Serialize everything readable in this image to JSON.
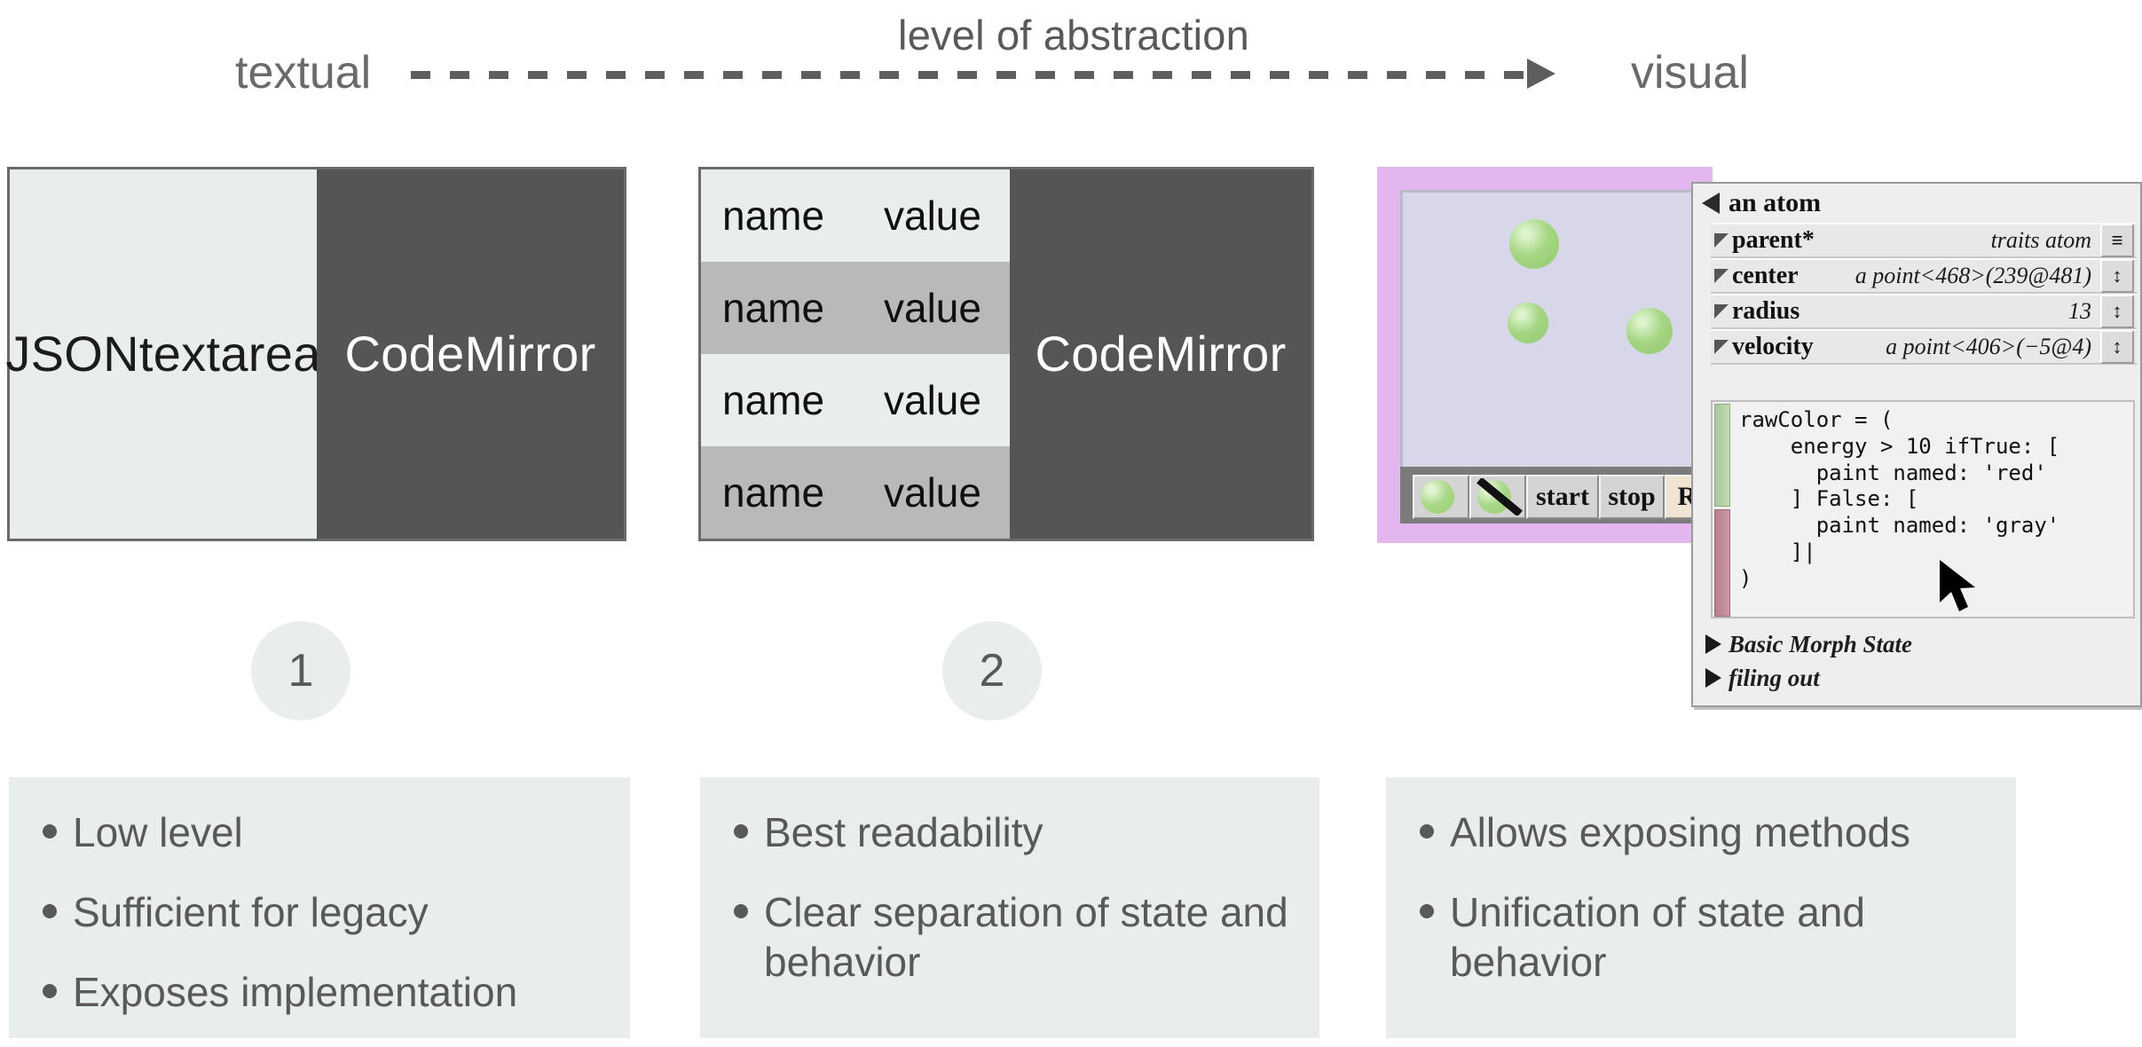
{
  "axis": {
    "caption": "level of abstraction",
    "left_label": "textual",
    "right_label": "visual"
  },
  "panels": [
    {
      "id": 1,
      "left_pane_label": "JSON\ntextarea",
      "right_pane_label": "Code\nMirror",
      "badge": "1"
    },
    {
      "id": 2,
      "right_pane_label": "Code\nMirror",
      "badge": "2",
      "rows": [
        {
          "name": "name",
          "value": "value"
        },
        {
          "name": "name",
          "value": "value"
        },
        {
          "name": "name",
          "value": "value"
        },
        {
          "name": "name",
          "value": "value"
        }
      ]
    }
  ],
  "morphic": {
    "toolbar": {
      "start_label": "start",
      "stop_label": "stop",
      "resi_label": "Resi"
    }
  },
  "inspector": {
    "title": "an atom",
    "fields": [
      {
        "key": "parent*",
        "value": "traits atom",
        "control": "≡"
      },
      {
        "key": "center",
        "value": "a point<468>(239@481)",
        "control": "↕"
      },
      {
        "key": "radius",
        "value": "13",
        "control": "↕"
      },
      {
        "key": "velocity",
        "value": "a point<406>(−5@4)",
        "control": "↕"
      }
    ],
    "code": "rawColor = (\n    energy > 10 ifTrue: [\n      paint named: 'red'\n    ] False: [\n      paint named: 'gray'\n    ]|\n)",
    "footer": [
      {
        "label": "Basic Morph State"
      },
      {
        "label": "filing out"
      }
    ]
  },
  "notes": [
    {
      "items": [
        "Low level",
        "Sufficient for legacy",
        "Exposes implementation"
      ]
    },
    {
      "items": [
        "Best readability",
        "Clear separation of state and behavior"
      ]
    },
    {
      "items": [
        "Allows exposing methods",
        "Unification of state and behavior"
      ]
    }
  ],
  "colors": {
    "light_panel": "#e9edee",
    "dark_panel": "#555555",
    "alt_row": "#b9b9b9",
    "morphic_frame": "#e4b6ef",
    "morphic_world": "#d8d7e9",
    "atom_green": "#a5d684",
    "text_gray": "#595959"
  }
}
